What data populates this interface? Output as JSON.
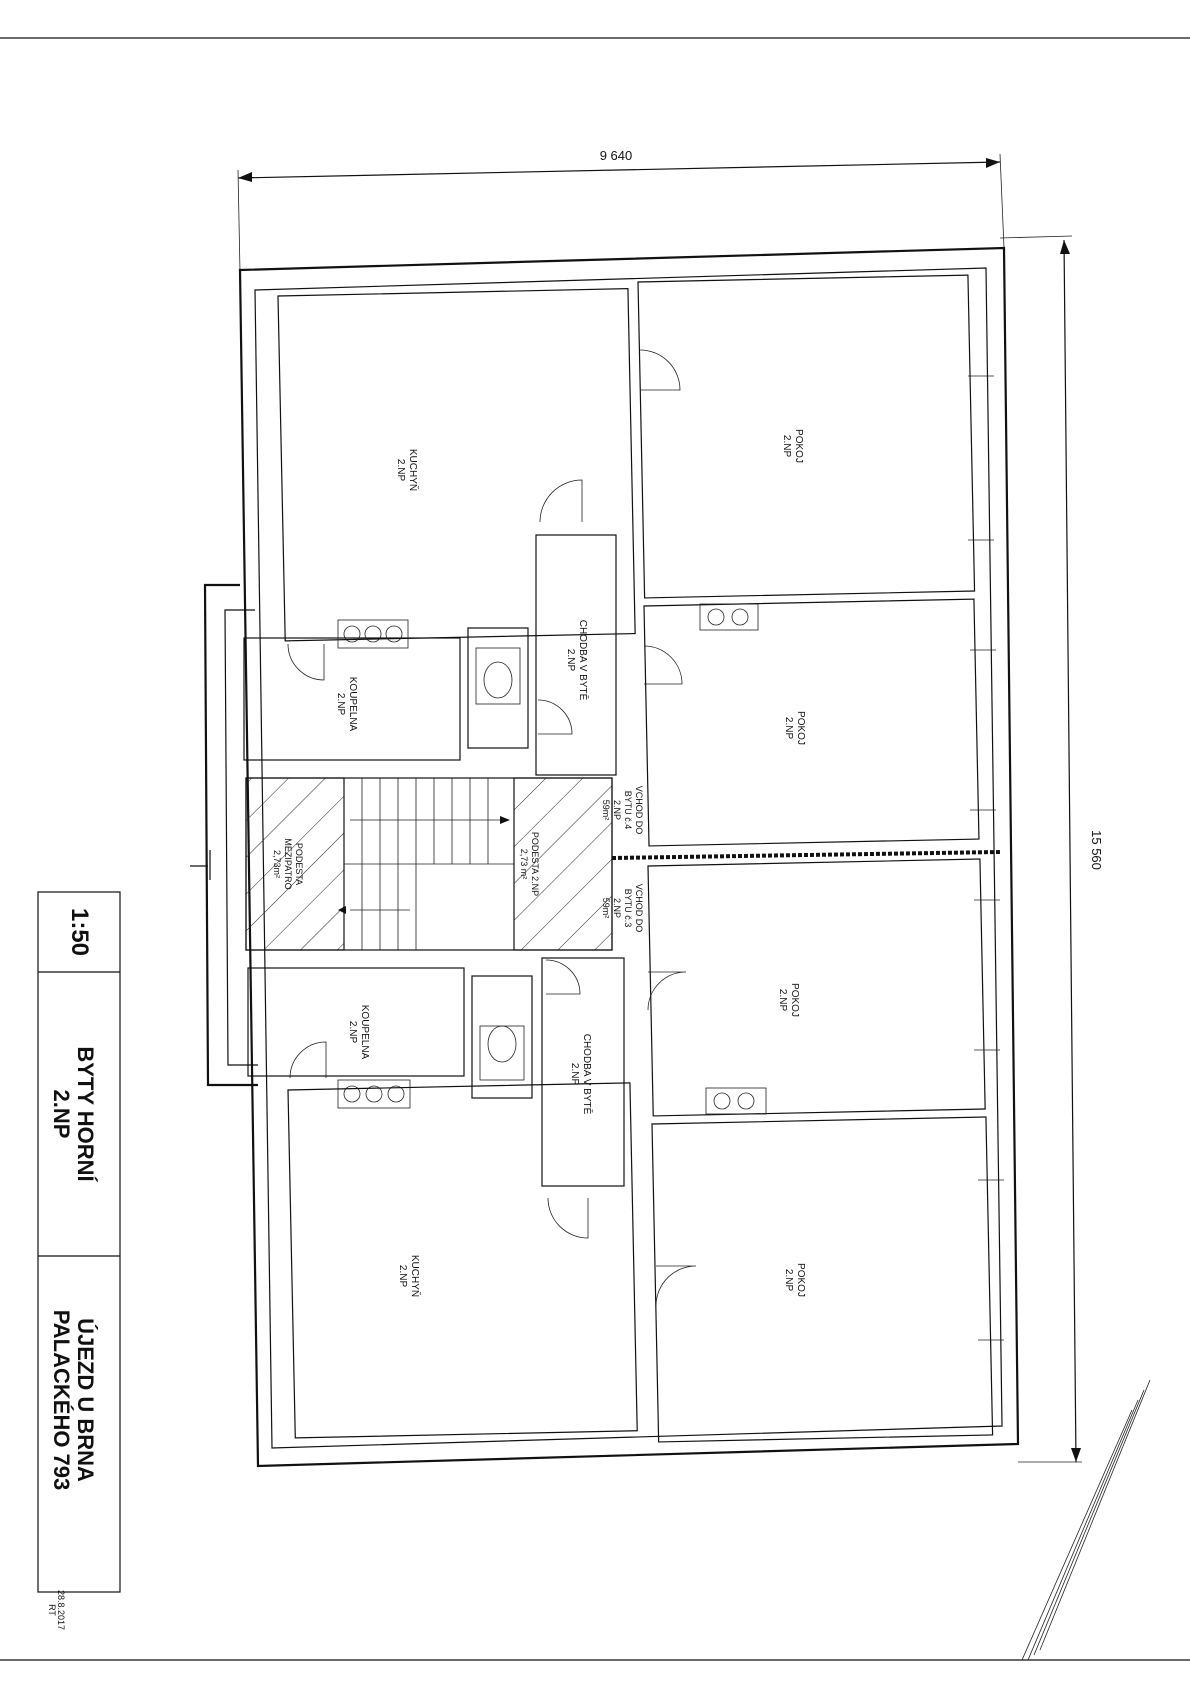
{
  "dimensions": {
    "width": "9 640",
    "length": "15 560"
  },
  "rooms": {
    "kitchen_top": {
      "name": "KUCHYŇ",
      "floor": "2.NP"
    },
    "bath_top": {
      "name": "KOUPELNA",
      "floor": "2.NP"
    },
    "corridor_top": {
      "name": "CHODBA V BYTĚ",
      "floor": "2.NP"
    },
    "room_1": {
      "name": "POKOJ",
      "floor": "2.NP"
    },
    "room_2": {
      "name": "POKOJ",
      "floor": "2.NP"
    },
    "room_3": {
      "name": "POKOJ",
      "floor": "2.NP"
    },
    "room_4": {
      "name": "POKOJ",
      "floor": "2.NP"
    },
    "kitchen_bottom": {
      "name": "KUCHYŇ",
      "floor": "2.NP"
    },
    "bath_bottom": {
      "name": "KOUPELNA",
      "floor": "2.NP"
    },
    "corridor_bottom": {
      "name": "CHODBA V BYTĚ",
      "floor": "2.NP"
    }
  },
  "landings": {
    "mid": {
      "name": "PODESTA",
      "sub": "MEZIPATRO",
      "area": "2,73m²"
    },
    "np2": {
      "name": "PODESTA 2.NP",
      "area": "2,73 m²"
    }
  },
  "entrances": {
    "flat4": {
      "line1": "VCHOD DO",
      "line2": "BYTU č.4",
      "floor": "2.NP",
      "area": "59m²"
    },
    "flat3": {
      "line1": "VCHOD DO",
      "line2": "BYTU č.3",
      "floor": "2.NP",
      "area": "59m²"
    }
  },
  "title_block": {
    "scale": "1:50",
    "title_line1": "BYTY HORNÍ",
    "title_line2": "2.NP",
    "place_line1": "ÚJEZD U BRNA",
    "place_line2": "PALACKÉHO 793",
    "date": "28.8.2017",
    "author": "RT"
  }
}
